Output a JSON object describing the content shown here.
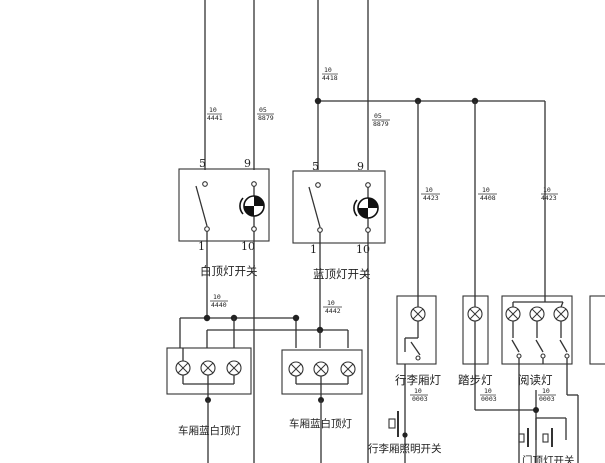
{
  "switches": {
    "white": {
      "name": "白顶灯开关",
      "pins": [
        "5",
        "9",
        "1",
        "10"
      ]
    },
    "blue": {
      "name": "蓝顶灯开关",
      "pins": [
        "5",
        "9",
        "1",
        "10"
      ]
    }
  },
  "wires": {
    "w4441": {
      "gauge": "10",
      "code": "4441"
    },
    "w8879a": {
      "gauge": "05",
      "code": "8879"
    },
    "w4418": {
      "gauge": "10",
      "code": "4418"
    },
    "w8879b": {
      "gauge": "05",
      "code": "8879"
    },
    "w4423a": {
      "gauge": "10",
      "code": "4423"
    },
    "w4408": {
      "gauge": "10",
      "code": "4408"
    },
    "w4423b": {
      "gauge": "10",
      "code": "4423"
    },
    "w4440": {
      "gauge": "10",
      "code": "4440"
    },
    "w4442": {
      "gauge": "10",
      "code": "4442"
    },
    "w0003a": {
      "gauge": "10",
      "code": "0003"
    },
    "w0003b": {
      "gauge": "10",
      "code": "0003"
    },
    "w0003c": {
      "gauge": "10",
      "code": "0003"
    }
  },
  "lamps": {
    "blue_white_a": "车厢蓝白顶灯",
    "blue_white_b": "车厢蓝白顶灯",
    "luggage": "行李厢灯",
    "step": "踏步灯",
    "reading": "阅读灯"
  },
  "switch_labels": {
    "luggage_switch": "行李厢照明开关",
    "door_switch": "门顶灯开关"
  }
}
